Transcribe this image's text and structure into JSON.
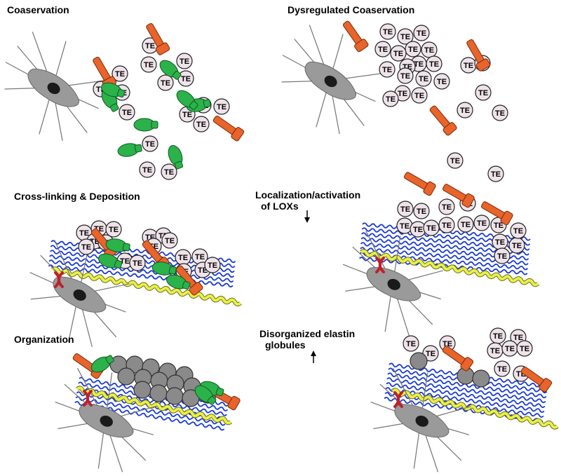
{
  "labels": {
    "coacervation": "Coaservation",
    "dysregulated": "Dysregulated Coaservation",
    "crosslinking": "Cross-linking & Deposition",
    "localization_line1": "Localization/activation",
    "localization_line2": "of LOXs",
    "organization": "Organization",
    "disorganized_line1": "Disorganized elastin",
    "disorganized_line2": "globules"
  },
  "tropoelastin_label": "TE",
  "arrows": {
    "localization": "down",
    "disorganized": "up"
  },
  "colors": {
    "tropoelastin_fill": "#efe3ea",
    "lox_orange": "#e8642a",
    "fibulin_green": "#2cb24a",
    "microfibril_blue": "#1a3ad8",
    "basement_yellow": "#e8f04a",
    "crosslink_red": "#c0202a",
    "globule_gray": "#8a8a8a",
    "cell_gray": "#9a9a9a"
  }
}
